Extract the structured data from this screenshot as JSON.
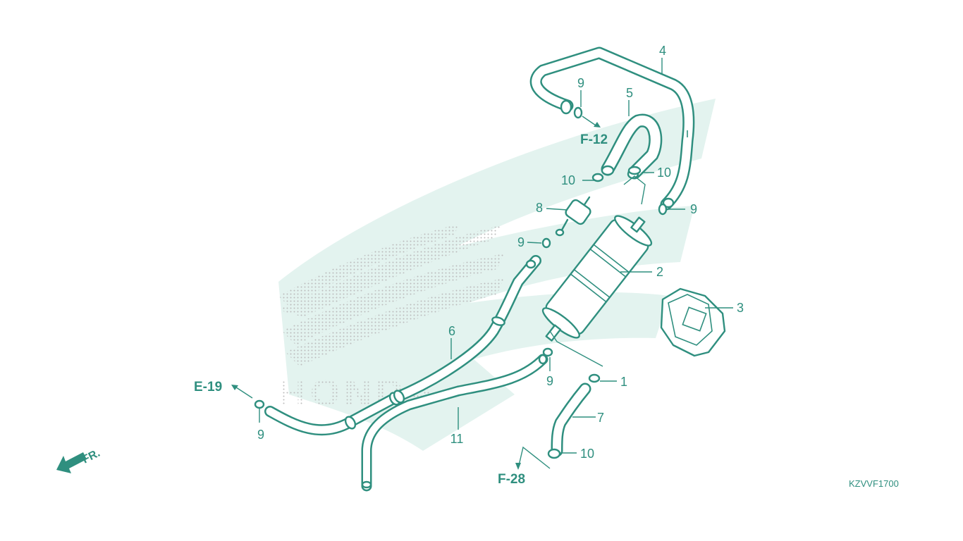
{
  "callouts": {
    "p1": "1",
    "p2": "2",
    "p3": "3",
    "p4": "4",
    "p5": "5",
    "p6": "6",
    "p7": "7",
    "p8": "8",
    "p9a": "9",
    "p9b": "9",
    "p9c": "9",
    "p9d": "9",
    "p9e": "9",
    "p10a": "10",
    "p10b": "10",
    "p10c": "10",
    "p11": "11"
  },
  "references": {
    "f12": "F-12",
    "e19": "E-19",
    "f28": "F-28"
  },
  "direction_label": "FR.",
  "diagram_code": "KZVVF1700",
  "watermark_text": "HONDA",
  "colors": {
    "line": "#2f8f7f",
    "watermark": "#e3f3ef",
    "dots": "#bcbcbc"
  },
  "icons": {
    "front_direction": "arrow-down-left-icon"
  }
}
